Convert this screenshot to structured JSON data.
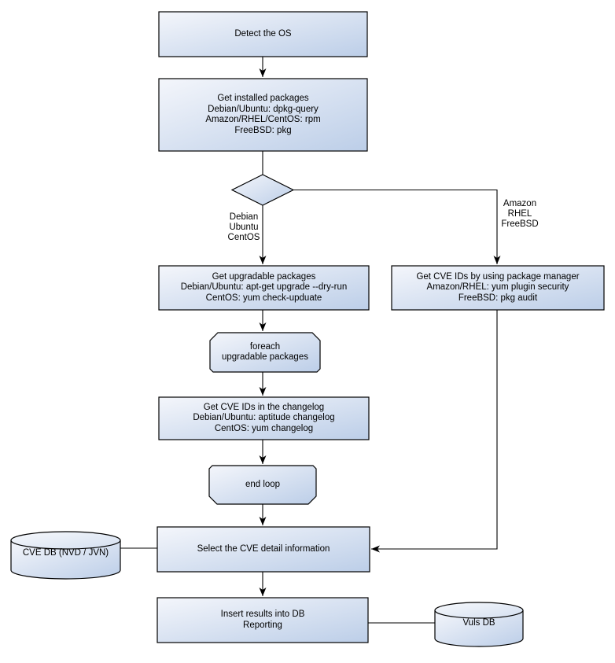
{
  "nodes": {
    "detect_os": {
      "label": "Detect the OS"
    },
    "get_installed": {
      "label": "Get installed packages\nDebian/Ubuntu: dpkg-query\nAmazon/RHEL/CentOS: rpm\nFreeBSD: pkg"
    },
    "os_decision": {
      "label": ""
    },
    "get_upgradable": {
      "label": "Get upgradable packages\nDebian/Ubuntu: apt-get upgrade --dry-run\nCentOS: yum check-upduate"
    },
    "get_cve_pkgmgr": {
      "label": "Get CVE IDs by using package manager\nAmazon/RHEL: yum plugin security\nFreeBSD: pkg audit"
    },
    "foreach_loop": {
      "label": "foreach\nupgradable packages"
    },
    "get_cve_changelog": {
      "label": "Get CVE IDs in the changelog\nDebian/Ubuntu: aptitude changelog\nCentOS: yum changelog"
    },
    "end_loop": {
      "label": "end loop"
    },
    "select_cve": {
      "label": "Select the CVE detail information"
    },
    "cve_db": {
      "label": "CVE DB (NVD / JVN)"
    },
    "insert_results": {
      "label": "Insert results into DB\nReporting"
    },
    "vuls_db": {
      "label": "Vuls DB"
    }
  },
  "edges": {
    "left_branch_label": "Debian\nUbuntu\nCentOS",
    "right_branch_label": "Amazon\nRHEL\nFreeBSD"
  },
  "colors": {
    "node_fill_light": "#f4f6fb",
    "node_fill_dark": "#bccee8",
    "border": "#000000",
    "background": "#ffffff"
  }
}
